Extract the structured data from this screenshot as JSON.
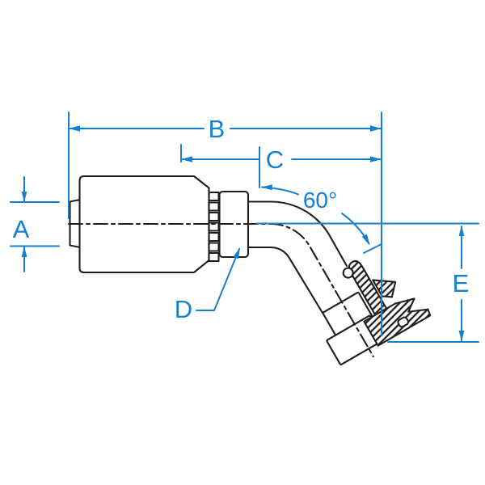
{
  "diagram": {
    "title": "60 degree bent tube flange fitting dimensional drawing",
    "labels": {
      "a": "A",
      "b": "B",
      "c": "C",
      "d": "D",
      "e": "E",
      "angle": "60°"
    },
    "colors": {
      "dimension_blue": "#1680d0",
      "line_black": "#1f1f1f",
      "background": "#ffffff"
    }
  }
}
